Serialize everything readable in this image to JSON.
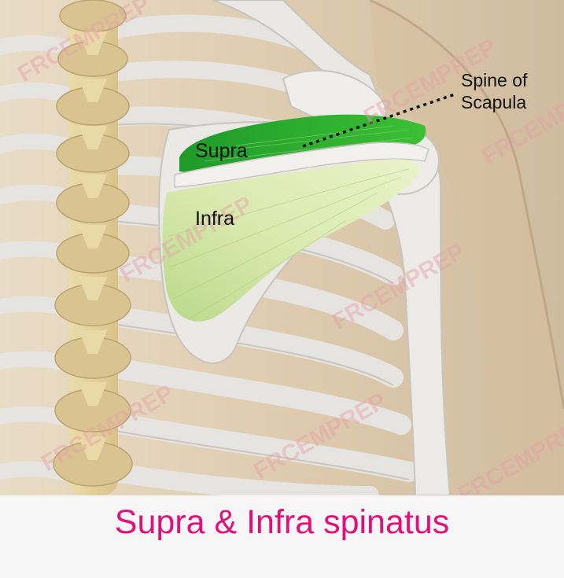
{
  "labels": {
    "supra": "Supra",
    "infra": "Infra",
    "spine_line1": "Spine of",
    "spine_line2": "Scapula"
  },
  "caption": "Supra & Infra spinatus",
  "watermark": "FRCEMPREP",
  "colors": {
    "background": "#f6f6f6",
    "body": "#dccab0",
    "bone": "#e8e6e2",
    "vertebra": "#e2cf9e",
    "supraspinatus": "#2ba52b",
    "infraspinatus": "#d4e6a6",
    "caption": "#e0127a"
  }
}
